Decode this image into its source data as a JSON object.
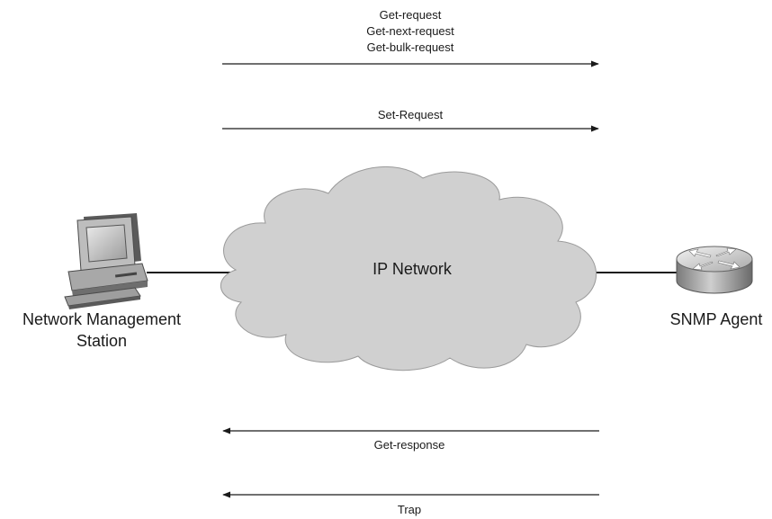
{
  "requests": {
    "get_lines": [
      "Get-request",
      "Get-next-request",
      "Get-bulk-request"
    ],
    "set": "Set-Request"
  },
  "responses": {
    "get_response": "Get-response",
    "trap": "Trap"
  },
  "network": {
    "label": "IP Network"
  },
  "manager": {
    "line1": "Network Management",
    "line2": "Station"
  },
  "agent": {
    "label": "SNMP Agent"
  },
  "colors": {
    "cloud_fill": "#d0d0d0",
    "cloud_stroke": "#9a9a9a",
    "line": "#1a1a1a"
  }
}
